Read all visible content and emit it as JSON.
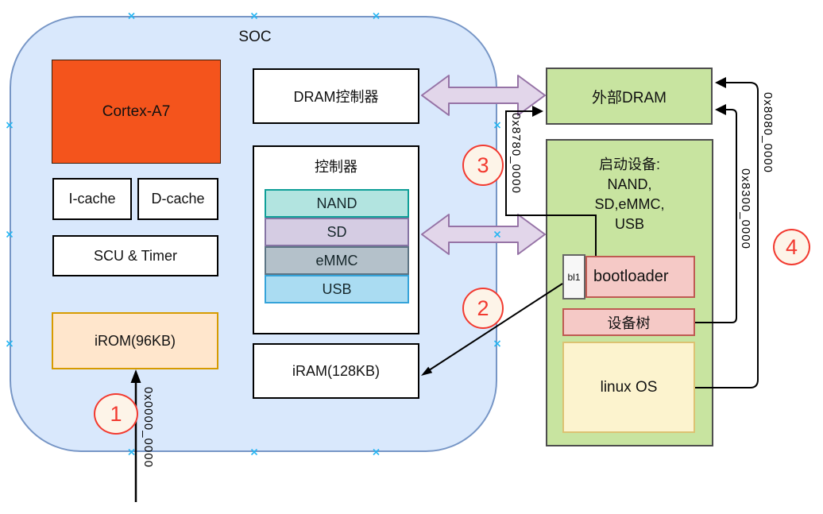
{
  "soc": {
    "label": "SOC"
  },
  "blocks": {
    "cortex": "Cortex-A7",
    "icache": "I-cache",
    "dcache": "D-cache",
    "scu": "SCU & Timer",
    "irom": "iROM(96KB)",
    "dram_ctrl": "DRAM控制器",
    "ctrl": "控制器",
    "stack": [
      "NAND",
      "SD",
      "eMMC",
      "USB"
    ],
    "iram": "iRAM(128KB)",
    "ext_dram": "外部DRAM",
    "boot_dev_lines": [
      "启动设备:",
      "NAND,",
      "SD,eMMC,",
      "USB"
    ],
    "bl1": "bl1",
    "bootloader": "bootloader",
    "devtree": "设备树",
    "linuxos": "linux OS"
  },
  "addresses": {
    "irom_load": "0x0000_0000",
    "bootloader_load": "0x8780_0000",
    "devtree_load": "0x8300_0000",
    "kernel_load": "0x8080_0000"
  },
  "steps": [
    "1",
    "2",
    "3",
    "4"
  ],
  "colors": {
    "soc_fill": "#d9e8fc",
    "soc_stroke": "#7796c6",
    "handle": "#29b6f2",
    "cortex_fill": "#f4541c",
    "irom_fill": "#ffe6cc",
    "irom_stroke": "#d79b00",
    "nand_fill": "#b2e4e0",
    "nand_stroke": "#0f9f98",
    "sd_fill": "#d5cce3",
    "sd_stroke": "#8674a4",
    "emmc_fill": "#b4c1ca",
    "emmc_stroke": "#5d7585",
    "usb_fill": "#aadcf2",
    "usb_stroke": "#35a3d9",
    "green_fill": "#c8e4a0",
    "green_stroke": "#4d4d4d",
    "pink_fill": "#f5c9c6",
    "pink_stroke": "#bf5a52",
    "yellow_fill": "#fcf3ce",
    "yellow_stroke": "#dcc272",
    "purple_fill": "#e2d6ea",
    "purple_stroke": "#9673a6",
    "circle_fill": "#fdf4e8",
    "circle_stroke": "#f23a30",
    "connector": "#000000"
  }
}
